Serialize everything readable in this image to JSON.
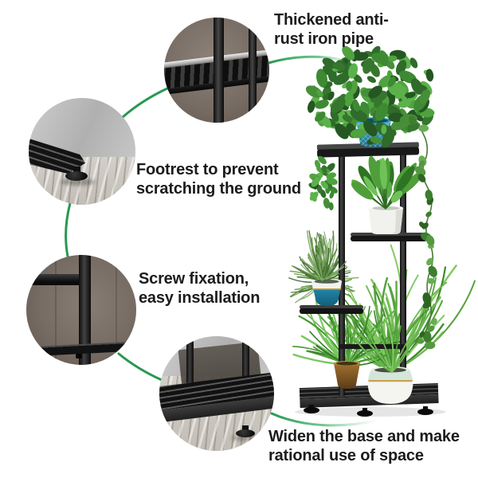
{
  "page": {
    "background": "#ffffff"
  },
  "colors": {
    "accent_green": "#27994f",
    "text": "#1c1c1c",
    "stand_black": "#262626"
  },
  "callouts": [
    {
      "id": "pipe-detail",
      "label": "Thickened anti-rust iron pipe"
    },
    {
      "id": "footrest-detail",
      "label": "Footrest to prevent scratching the ground"
    },
    {
      "id": "screw-detail",
      "label": "Screw fixation, easy installation"
    },
    {
      "id": "base-detail",
      "label": "Widen the base and make rational use of space"
    }
  ]
}
